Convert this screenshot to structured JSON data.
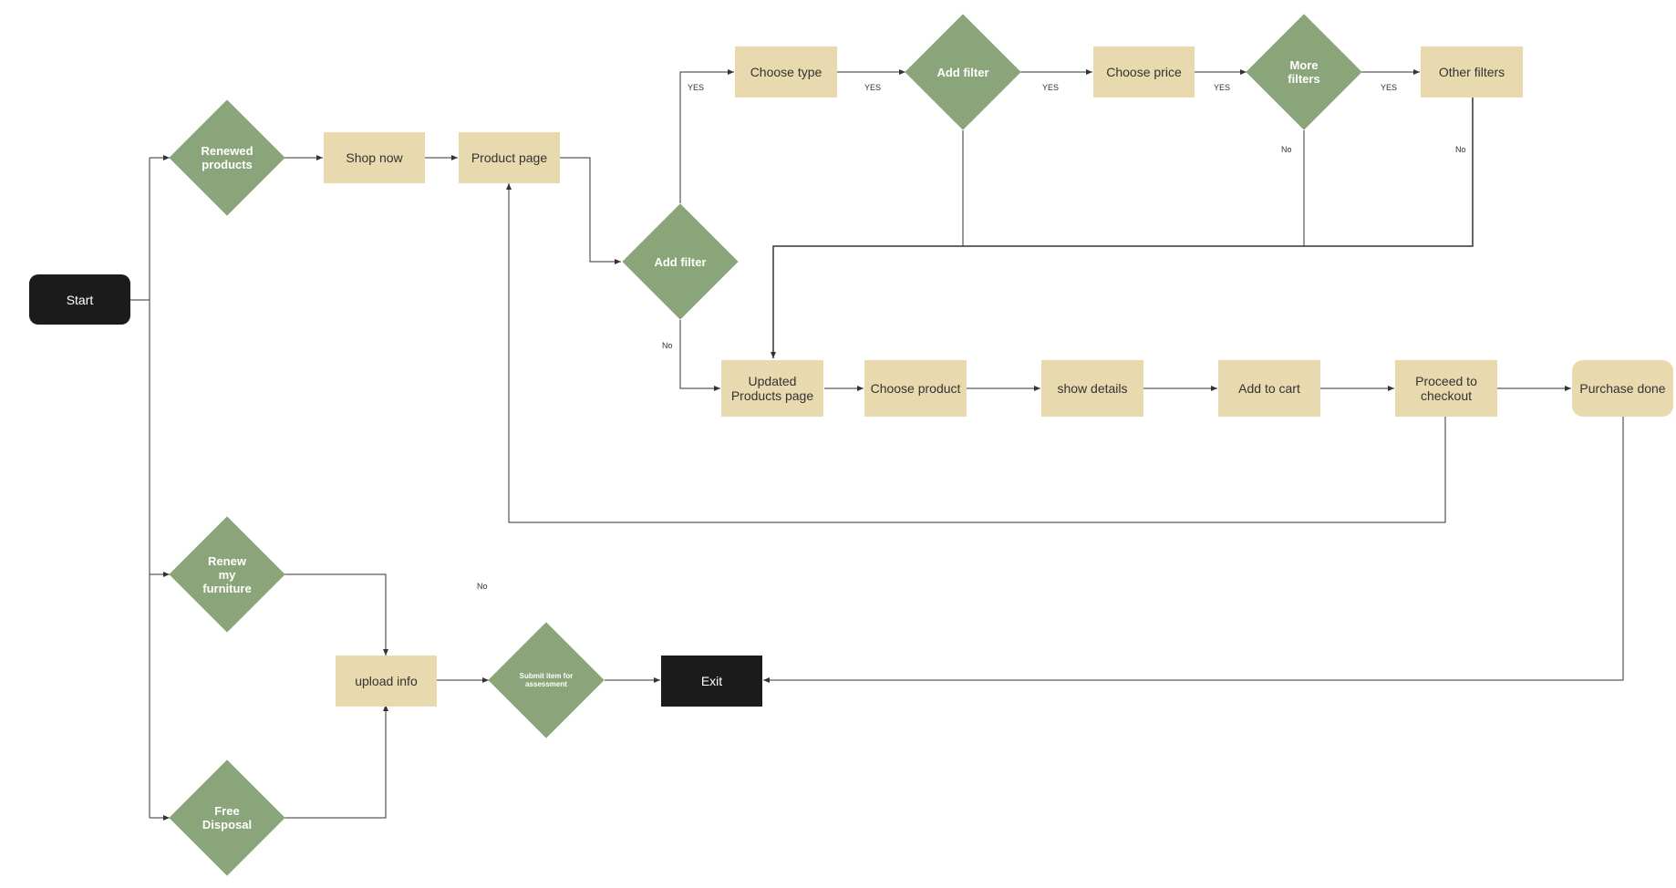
{
  "nodes": {
    "start": "Start",
    "renewed_products": "Renewed products",
    "shop_now": "Shop now",
    "product_page": "Product page",
    "add_filter_main": "Add filter",
    "choose_type": "Choose type",
    "add_filter_top": "Add filter",
    "choose_price": "Choose price",
    "more_filters": "More filters",
    "other_filters": "Other filters",
    "updated_products_page": "Updated Products page",
    "choose_product": "Choose product",
    "show_details": "show details",
    "add_to_cart": "Add to cart",
    "proceed_to_checkout": "Proceed to checkout",
    "purchase_done": "Purchase done",
    "renew_my_furniture": "Renew my furniture",
    "upload_info": "upload info",
    "submit_item": "Submit item for assessment",
    "exit": "Exit",
    "free_disposal": "Free Disposal"
  },
  "edge_labels": {
    "yes_1": "YES",
    "yes_2": "YES",
    "yes_3": "YES",
    "yes_4": "YES",
    "yes_5": "YES",
    "no_filter": "No",
    "no_more_filters": "No",
    "no_other_filters": "No",
    "no_stray": "No"
  },
  "colors": {
    "box_fill": "#e8d9ae",
    "decision_fill": "#8ba57a",
    "terminal_fill": "#1b1b1b",
    "line": "#333333"
  }
}
